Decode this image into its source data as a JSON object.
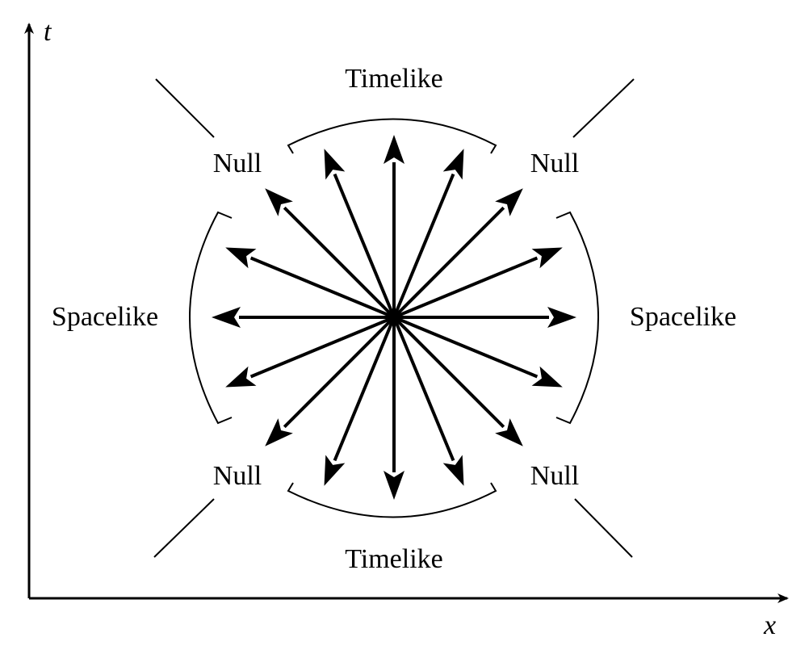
{
  "axes": {
    "vertical_label": "t",
    "horizontal_label": "x"
  },
  "regions": {
    "timelike_top": "Timelike",
    "timelike_bottom": "Timelike",
    "spacelike_left": "Spacelike",
    "spacelike_right": "Spacelike",
    "null_upper_left": "Null",
    "null_upper_right": "Null",
    "null_lower_left": "Null",
    "null_lower_right": "Null"
  },
  "vector_directions_deg": [
    0,
    22.5,
    45,
    67.5,
    90,
    112.5,
    135,
    157.5,
    180,
    202.5,
    225,
    247.5,
    270,
    292.5,
    315,
    337.5
  ],
  "colors": {
    "ink": "#000000",
    "background": "#ffffff"
  }
}
